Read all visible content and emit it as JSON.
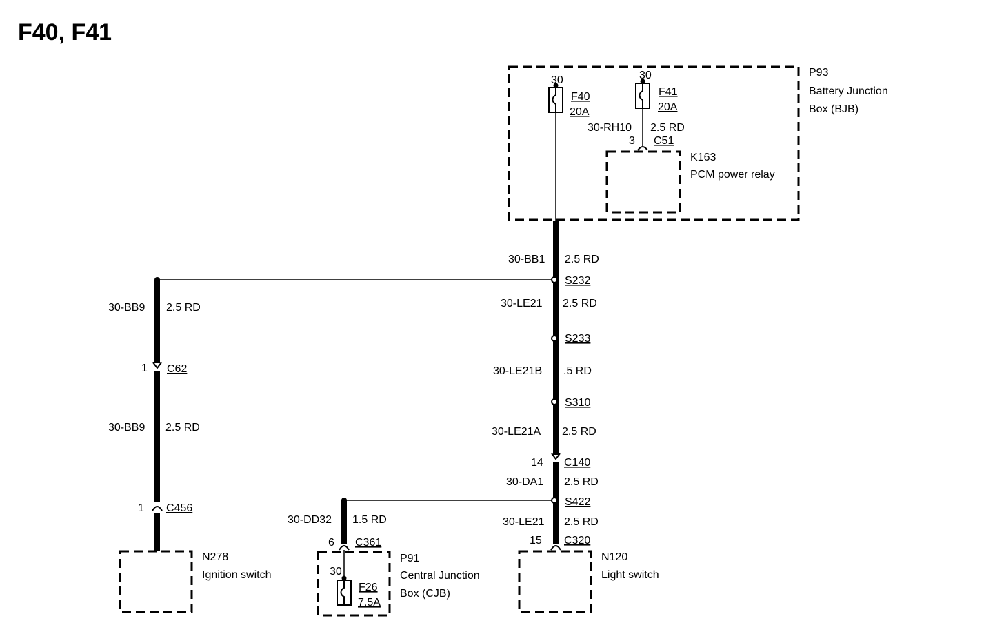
{
  "title": "F40, F41",
  "modules": {
    "p93": {
      "id": "P93",
      "name_line1": "Battery Junction",
      "name_line2": "Box (BJB)"
    },
    "k163": {
      "id": "K163",
      "name": "PCM power relay"
    },
    "n278": {
      "id": "N278",
      "name": "Ignition switch"
    },
    "p91": {
      "id": "P91",
      "name_line1": "Central Junction",
      "name_line2": "Box (CJB)"
    },
    "n120": {
      "id": "N120",
      "name": "Light switch"
    }
  },
  "fuses": {
    "f40": {
      "id": "F40",
      "rating": "20A",
      "terminal": "30"
    },
    "f41": {
      "id": "F41",
      "rating": "20A",
      "terminal": "30"
    },
    "f26": {
      "id": "F26",
      "rating": "7.5A",
      "terminal": "30"
    }
  },
  "wires": {
    "rh10": {
      "circuit": "30-RH10",
      "spec": "2.5 RD"
    },
    "bb1": {
      "circuit": "30-BB1",
      "spec": "2.5 RD"
    },
    "le21_top": {
      "circuit": "30-LE21",
      "spec": "2.5 RD"
    },
    "le21b": {
      "circuit": "30-LE21B",
      "spec": ".5 RD"
    },
    "le21a": {
      "circuit": "30-LE21A",
      "spec": "2.5 RD"
    },
    "da1": {
      "circuit": "30-DA1",
      "spec": "2.5 RD"
    },
    "le21_bottom": {
      "circuit": "30-LE21",
      "spec": "2.5 RD"
    },
    "bb9_upper": {
      "circuit": "30-BB9",
      "spec": "2.5 RD"
    },
    "bb9_lower": {
      "circuit": "30-BB9",
      "spec": "2.5 RD"
    },
    "dd32": {
      "circuit": "30-DD32",
      "spec": "1.5 RD"
    }
  },
  "connectors": {
    "c51": {
      "id": "C51",
      "pin": "3"
    },
    "c62": {
      "id": "C62",
      "pin": "1"
    },
    "c456": {
      "id": "C456",
      "pin": "1"
    },
    "c140": {
      "id": "C140",
      "pin": "14"
    },
    "c320": {
      "id": "C320",
      "pin": "15"
    },
    "c361": {
      "id": "C361",
      "pin": "6"
    }
  },
  "splices": {
    "s232": "S232",
    "s233": "S233",
    "s310": "S310",
    "s422": "S422"
  }
}
